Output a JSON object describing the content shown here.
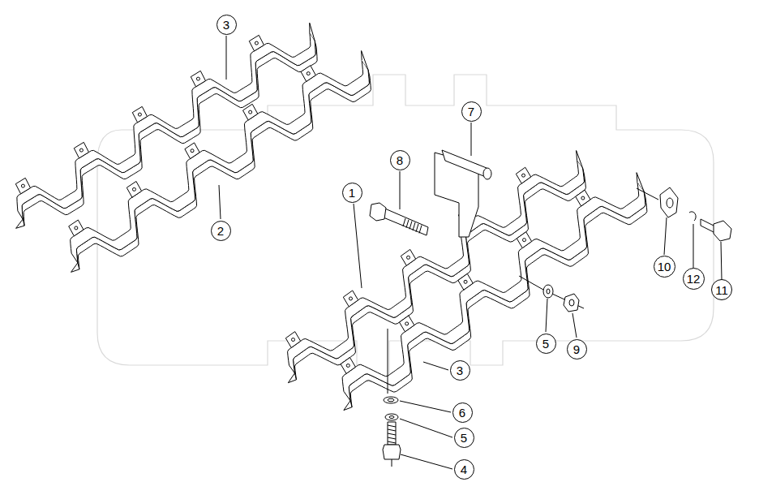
{
  "diagram": {
    "nodes": [
      {
        "text": [
          "3"
        ]
      },
      {
        "text": [
          "7"
        ]
      },
      {
        "text": [
          "8"
        ]
      },
      {
        "text": [
          "1"
        ]
      },
      {
        "text": [
          "2"
        ]
      },
      {
        "text": [
          "10"
        ]
      },
      {
        "text": [
          "12"
        ]
      },
      {
        "text": [
          "11"
        ]
      },
      {
        "text": [
          "5"
        ]
      },
      {
        "text": [
          "9"
        ]
      },
      {
        "text": [
          "3"
        ]
      },
      {
        "text": [
          "6"
        ]
      },
      {
        "text": [
          "5"
        ]
      },
      {
        "text": [
          "4"
        ]
      }
    ]
  }
}
